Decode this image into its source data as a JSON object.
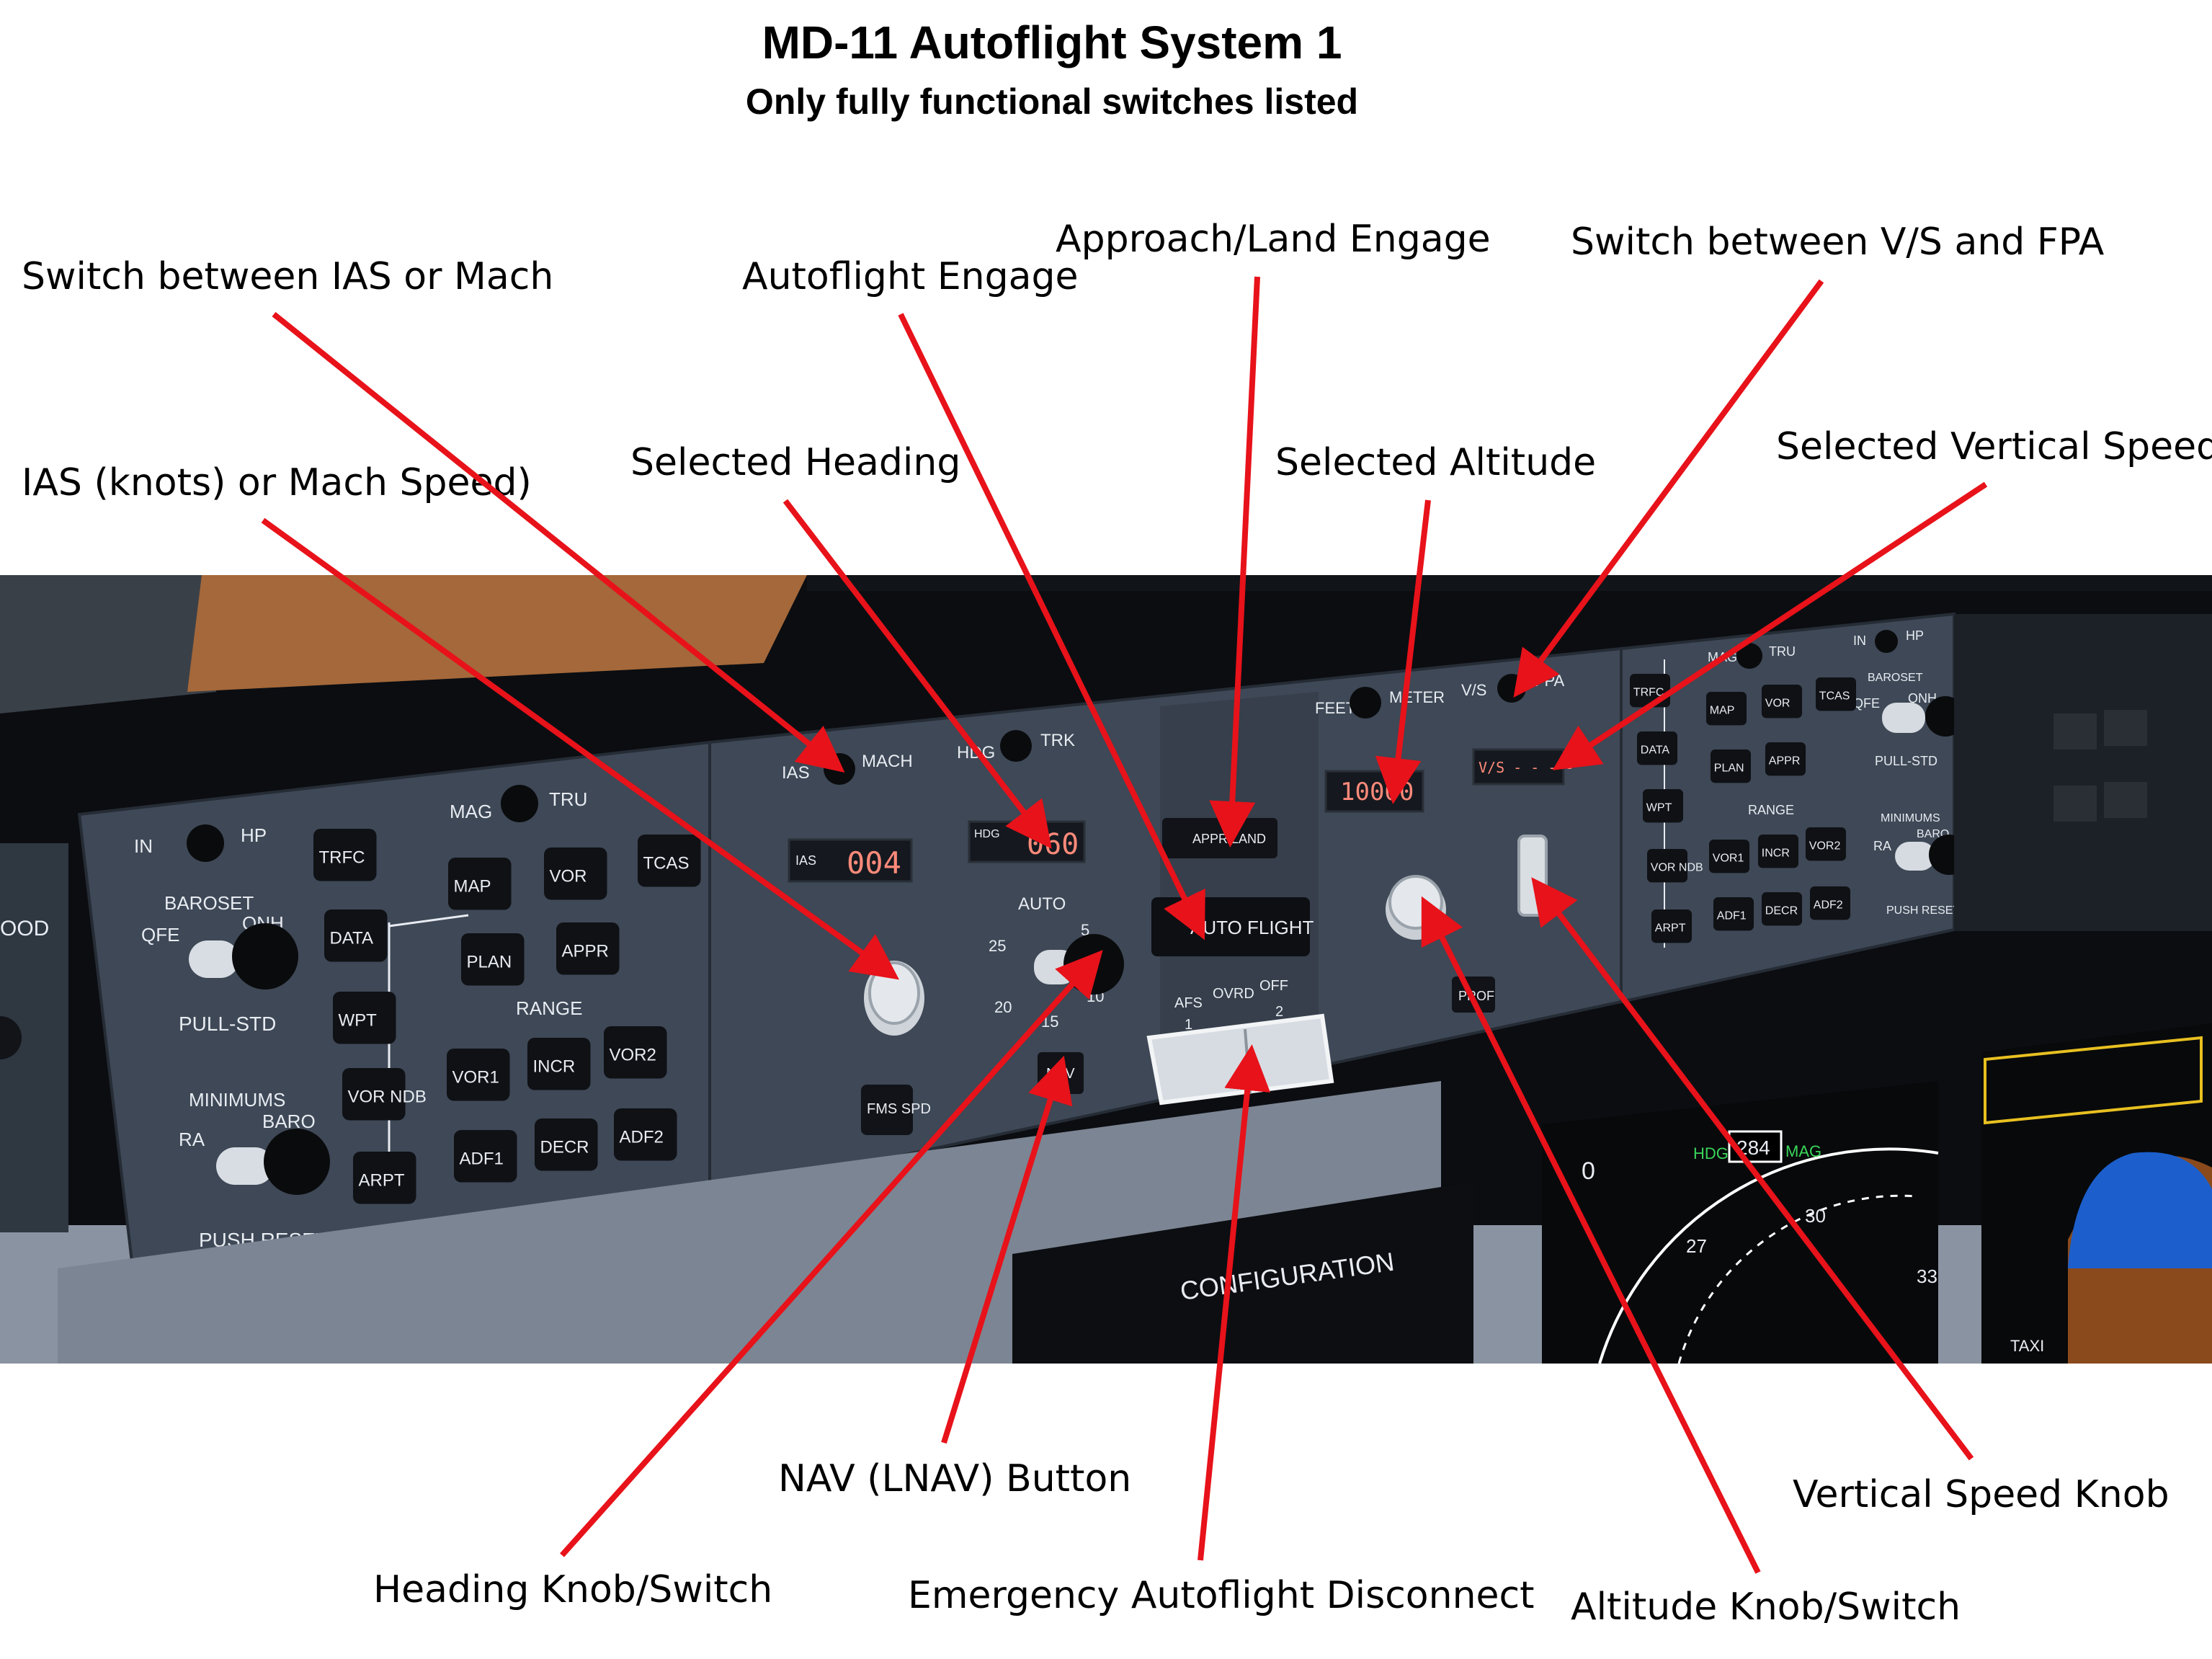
{
  "title": "MD-11 Autoflight System 1",
  "subtitle": "Only fully functional switches listed",
  "callouts": {
    "ias_mach_switch": "Switch between IAS or Mach",
    "ias_speed": "IAS (knots) or Mach Speed)",
    "selected_heading": "Selected Heading",
    "autoflight_engage": "Autoflight Engage",
    "approach_land": "Approach/Land Engage",
    "vs_fpa_switch": "Switch between V/S and FPA",
    "selected_altitude": "Selected Altitude",
    "selected_vs": "Selected Vertical Speed",
    "heading_knob": "Heading Knob/Switch",
    "nav_button": "NAV (LNAV) Button",
    "emergency_disconnect": "Emergency Autoflight Disconnect",
    "altitude_knob": "Altitude Knob/Switch",
    "vs_knob": "Vertical Speed Knob"
  },
  "panel": {
    "left_efis": {
      "in": "IN",
      "hp": "HP",
      "baroset": "BAROSET",
      "qfe": "QFE",
      "qnh": "QNH",
      "pull_std": "PULL-STD",
      "minimums": "MINIMUMS",
      "ra": "RA",
      "baro": "BARO",
      "push_reset": "PUSH RESET",
      "mag": "MAG",
      "tru": "TRU",
      "range": "RANGE",
      "buttons": [
        "TRFC",
        "DATA",
        "WPT",
        "VOR NDB",
        "ARPT",
        "MAP",
        "VOR",
        "TCAS",
        "PLAN",
        "APPR",
        "VOR1",
        "INCR",
        "VOR2",
        "ADF1",
        "DECR",
        "ADF2"
      ],
      "edge_text": "OOD"
    },
    "fgcp": {
      "ias": "IAS",
      "mach": "MACH",
      "speed_display": "004",
      "hdg": "HDG",
      "trk": "TRK",
      "hdg_display": "060",
      "auto": "AUTO",
      "bank_marks": [
        "25",
        "20",
        "15",
        "10",
        "5"
      ],
      "fms_spd": "FMS SPD",
      "nav": "NAV",
      "appr_land": "APPR/LAND",
      "auto_flight": "AUTO FLIGHT",
      "afs": "AFS",
      "ovrd": "OVRD",
      "off": "OFF",
      "afs_1": "1",
      "afs_2": "2",
      "feet": "FEET",
      "meter": "METER",
      "alt_display": "10000",
      "vs": "V/S",
      "fpa": "FPA",
      "vs_display": "V/S  - - - -",
      "prof": "PROF"
    },
    "right_efis": {
      "in": "IN",
      "hp": "HP",
      "mag": "MAG",
      "tru": "TRU",
      "baroset": "BAROSET",
      "qfe": "QFE",
      "qnh": "QNH",
      "pull_std": "PULL-STD",
      "minimums": "MINIMUMS",
      "ra": "RA",
      "baro": "BARO",
      "push_reset": "PUSH RESET",
      "range": "RANGE",
      "buttons": [
        "TRFC",
        "DATA",
        "WPT",
        "VOR NDB",
        "ARPT",
        "MAP",
        "VOR",
        "TCAS",
        "PLAN",
        "APPR",
        "VOR1",
        "INCR",
        "VOR2",
        "ADF1",
        "DECR",
        "ADF2"
      ]
    },
    "displays": {
      "configuration": "CONFIGURATION",
      "nd_hdg": "HDG",
      "nd_heading": "284",
      "nd_mag": "MAG",
      "nd_marks": [
        "0",
        "27",
        "30",
        "33"
      ],
      "pfd_taxi": "TAXI"
    }
  },
  "colors": {
    "arrow": "#e8121a",
    "panel": "#3e4856",
    "segment": "#ff8a7a"
  }
}
